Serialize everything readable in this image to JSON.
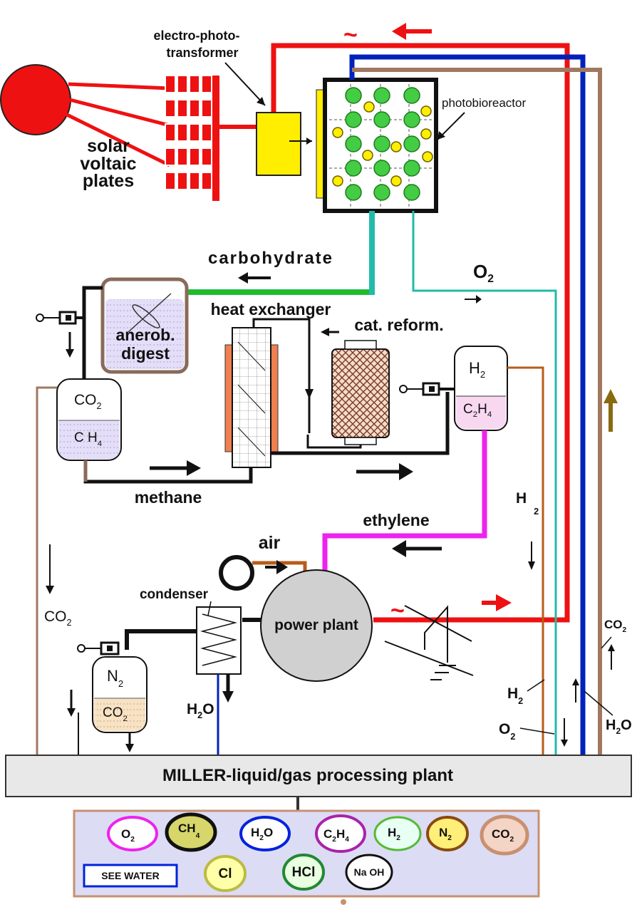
{
  "colors": {
    "power": "#ee1111",
    "water": "#0022bb",
    "co2": "#a07860",
    "green_line": "#22bb22",
    "teal": "#22bbaa",
    "magenta": "#ee22ee",
    "h2_line": "#b85c1a",
    "bubble_bg": "#dcdcf4",
    "bubble_border": "#c89070",
    "tank_liquid": "#e4def8",
    "reactor_dot": "#44cc44",
    "yellow": "#ffee00"
  },
  "labels": {
    "electro_photo_1": "electro-photo-",
    "electro_photo_2": "transformer",
    "photobioreactor": "photobioreactor",
    "solar_1": "solar",
    "solar_2": "voltaic",
    "solar_3": "plates",
    "carbohydrate": "carbohydrate",
    "o2": "O",
    "o2_sub": "2",
    "anerob_1": "anerob.",
    "anerob_2": "digest",
    "heat_exchanger": "heat exchanger",
    "cat_reform": "cat. reform.",
    "h2": "H",
    "h2_sub": "2",
    "c2h4_a": "C",
    "c2h4_b": "2",
    "c2h4_c": "H",
    "c2h4_d": "4",
    "co2_tank_a": "CO",
    "co2_tank_b": "2",
    "ch4_a": "C H",
    "ch4_b": "4",
    "methane": "methane",
    "h2_right": "H",
    "h2_right_sub": "2",
    "ethylene": "ethylene",
    "air": "air",
    "condenser": "condenser",
    "power_plant": "power plant",
    "co2_left": "CO",
    "co2_left_sub": "2",
    "n2_a": "N",
    "n2_b": "2",
    "co2_bot_a": "CO",
    "co2_bot_b": "2",
    "h2o_a": "H",
    "h2o_b": "2",
    "h2o_c": "O",
    "co2_right_a": "CO",
    "co2_right_b": "2",
    "h2_lower": "H",
    "h2_lower_sub": "2",
    "o2_lower": "O",
    "o2_lower_sub": "2",
    "h2o_right_a": "H",
    "h2o_right_b": "2",
    "h2o_right_c": "O",
    "tilde": "~",
    "miller": "MILLER-liquid/gas processing plant",
    "see_water": "SEE WATER"
  },
  "products": {
    "o2": [
      "O",
      "2"
    ],
    "ch4": [
      "CH",
      "4"
    ],
    "h2o": [
      "H",
      "2",
      "O"
    ],
    "c2h4": [
      "C",
      "2",
      "H",
      "4"
    ],
    "h2": [
      "H",
      "2"
    ],
    "n2": [
      "N",
      "2"
    ],
    "co2": [
      "CO",
      "2"
    ],
    "cl": "Cl",
    "hcl": "HCl",
    "naoh": "Na OH"
  }
}
